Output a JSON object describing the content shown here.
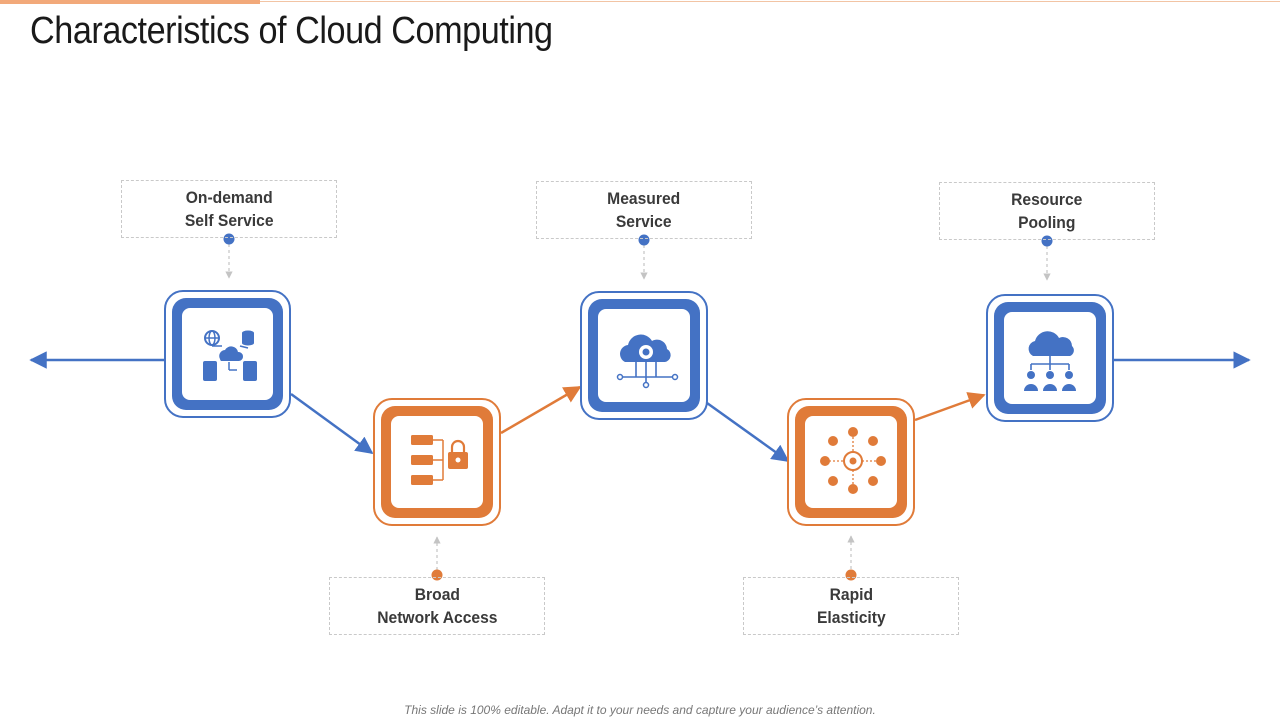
{
  "slide": {
    "title": "Characteristics of Cloud Computing",
    "footer": "This slide is 100% editable. Adapt it to your needs and capture your audience’s attention."
  },
  "colors": {
    "blue": "#4472c4",
    "orange": "#e07b39",
    "accent": "#f2a97a"
  },
  "steps": [
    {
      "label": "On-demand\nSelf Service",
      "color": "blue",
      "icon": "cloud-database-icon"
    },
    {
      "label": "Broad\nNetwork Access",
      "color": "orange",
      "icon": "server-lock-icon"
    },
    {
      "label": "Measured\nService",
      "color": "blue",
      "icon": "cloud-gear-icon"
    },
    {
      "label": "Rapid\nElasticity",
      "color": "orange",
      "icon": "network-nodes-icon"
    },
    {
      "label": "Resource\nPooling",
      "color": "blue",
      "icon": "cloud-users-icon"
    }
  ]
}
